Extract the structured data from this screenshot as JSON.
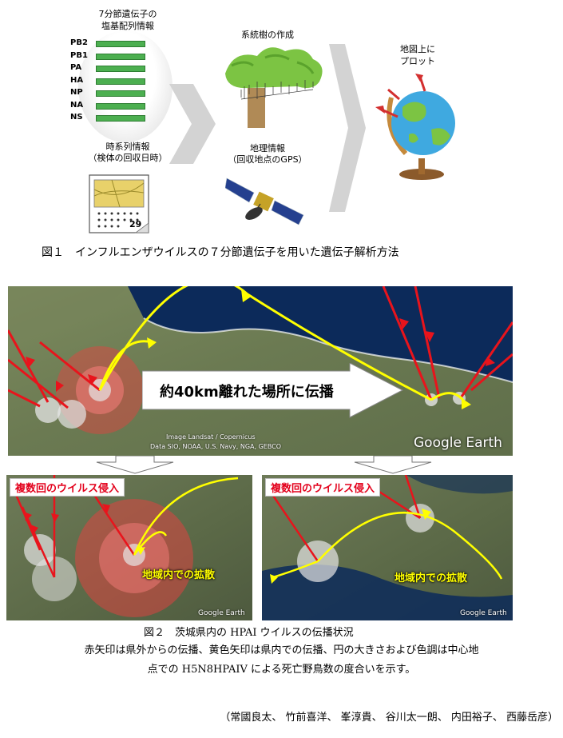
{
  "fig1": {
    "seq_title": "7分節遺伝子の\n塩基配列情報",
    "segments": [
      "PB2",
      "PB1",
      "PA",
      "HA",
      "NP",
      "NA",
      "NS"
    ],
    "time_title": "時系列情報",
    "time_sub": "（検体の回収日時）",
    "calendar_day": "29",
    "tree_title": "系統樹の作成",
    "geo_title": "地理情報",
    "geo_sub": "（回収地点のGPS）",
    "plot_title": "地図上に\nプロット",
    "caption": "図１　インフルエンザウイルスの７分節遺伝子を用いた遺伝子解析方法"
  },
  "fig2": {
    "main_arrow_text": "約40km離れた場所に伝播",
    "google_earth": "Google Earth",
    "attribution_1": "Image Landsat / Copernicus",
    "attribution_2": "Data SIO, NOAA, U.S. Navy, NGA, GEBCO",
    "left": {
      "callout_top": "複数回のウイルス侵入",
      "callout_bottom": "地域内での拡散",
      "google_earth": "Google Earth"
    },
    "right": {
      "callout_top": "複数回のウイルス侵入",
      "callout_bottom": "地域内での拡散",
      "google_earth": "Google Earth"
    },
    "caption_title": "図２　茨城県内の HPAI ウイルスの伝播状況",
    "caption_line1": "赤矢印は県外からの伝播、黄色矢印は県内での伝播、円の大きさおよび色調は中心地",
    "caption_line2": "点での H5N8HPAIV による死亡野鳥数の度合いを示す。"
  },
  "authors": "（常國良太、 竹前喜洋、 峯淳貴、 谷川太一朗、 内田裕子、 西藤岳彦）",
  "colors": {
    "red_arrow": "#e8141c",
    "yellow_arrow": "#ffff00",
    "bar_green": "#4caf50",
    "chevron_gray": "#cfcfcf"
  }
}
